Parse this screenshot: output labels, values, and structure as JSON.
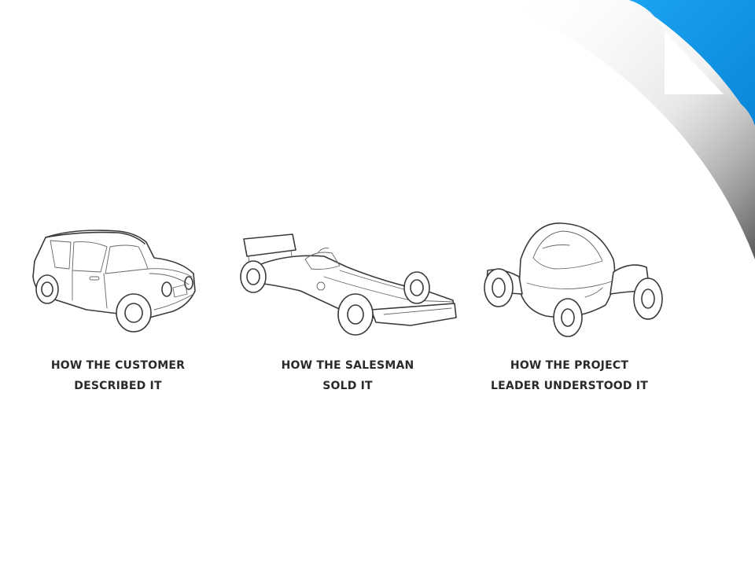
{
  "panels": [
    {
      "name": "customer",
      "caption_line1": "HOW THE CUSTOMER",
      "caption_line2": "DESCRIBED IT",
      "illustration": "classic-mini-car-icon"
    },
    {
      "name": "salesman",
      "caption_line1": "HOW THE SALESMAN",
      "caption_line2": "SOLD IT",
      "illustration": "formula-one-car-icon"
    },
    {
      "name": "leader",
      "caption_line1": "HOW THE PROJECT",
      "caption_line2": "LEADER UNDERSTOOD IT",
      "illustration": "concept-car-icon"
    }
  ],
  "decoration": {
    "page_curl_color": "#0a8fe0"
  }
}
